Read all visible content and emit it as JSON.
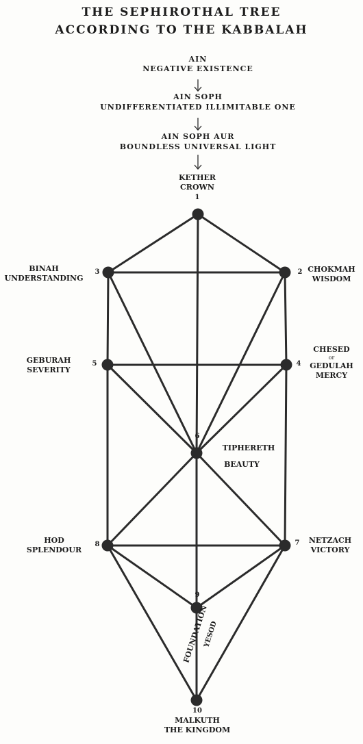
{
  "title": {
    "line1": "THE SEPHIROTHAL TREE",
    "line2": "ACCORDING TO THE KABBALAH"
  },
  "veils": [
    {
      "name": "AIN",
      "meaning": "NEGATIVE EXISTENCE"
    },
    {
      "name": "AIN SOPH",
      "meaning": "UNDIFFERENTIATED ILLIMITABLE ONE"
    },
    {
      "name": "AIN SOPH AUR",
      "meaning": "BOUNDLESS UNIVERSAL LIGHT"
    }
  ],
  "sephiroth": [
    {
      "number": "1",
      "name": "KETHER",
      "meaning": "CROWN"
    },
    {
      "number": "2",
      "name": "CHOKMAH",
      "meaning": "WISDOM"
    },
    {
      "number": "3",
      "name": "BINAH",
      "meaning": "UNDERSTANDING"
    },
    {
      "number": "4",
      "name": "CHESED",
      "connector": "or",
      "alt_name": "GEDULAH",
      "meaning": "MERCY"
    },
    {
      "number": "5",
      "name": "GEBURAH",
      "meaning": "SEVERITY"
    },
    {
      "number": "6",
      "name": "TIPHERETH",
      "meaning": "BEAUTY"
    },
    {
      "number": "7",
      "name": "NETZACH",
      "meaning": "VICTORY"
    },
    {
      "number": "8",
      "name": "HOD",
      "meaning": "SPLENDOUR"
    },
    {
      "number": "9",
      "name": "YESOD",
      "meaning": "FOUNDATION"
    },
    {
      "number": "10",
      "name": "MALKUTH",
      "meaning": "THE KINGDOM"
    }
  ],
  "paths": [
    [
      "1",
      "2"
    ],
    [
      "1",
      "3"
    ],
    [
      "1",
      "6"
    ],
    [
      "2",
      "3"
    ],
    [
      "2",
      "4"
    ],
    [
      "3",
      "5"
    ],
    [
      "2",
      "6"
    ],
    [
      "3",
      "6"
    ],
    [
      "4",
      "5"
    ],
    [
      "4",
      "6"
    ],
    [
      "5",
      "6"
    ],
    [
      "4",
      "7"
    ],
    [
      "5",
      "8"
    ],
    [
      "6",
      "7"
    ],
    [
      "6",
      "8"
    ],
    [
      "6",
      "9"
    ],
    [
      "7",
      "8"
    ],
    [
      "7",
      "9"
    ],
    [
      "8",
      "9"
    ],
    [
      "7",
      "10"
    ],
    [
      "8",
      "10"
    ],
    [
      "9",
      "10"
    ]
  ],
  "colors": {
    "ink": "#2b2b2b",
    "paper": "#fdfdfb"
  }
}
